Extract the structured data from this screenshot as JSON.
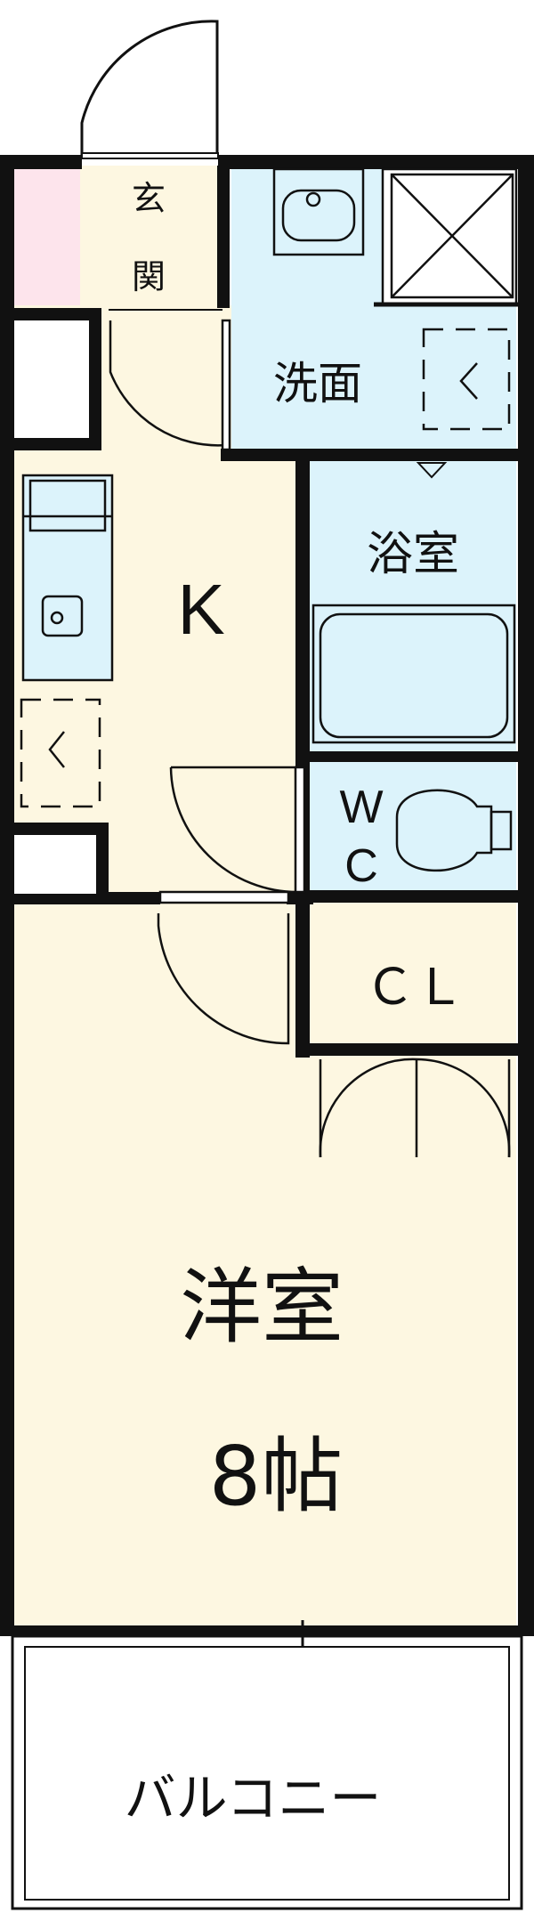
{
  "rooms": {
    "entrance": {
      "line1": "玄",
      "line2": "関"
    },
    "washroom": "洗面",
    "bathroom": "浴室",
    "kitchen": "K",
    "toilet": {
      "line1": "W",
      "line2": "C"
    },
    "closet": "ＣＬ",
    "western_room": {
      "name": "洋室",
      "size": "8帖"
    },
    "balcony": "バルコニー"
  },
  "colors": {
    "floor_wood": "#fdf7e1",
    "wet_area": "#dcf3fb",
    "closet": "#fde4ec",
    "wall": "#111111"
  }
}
